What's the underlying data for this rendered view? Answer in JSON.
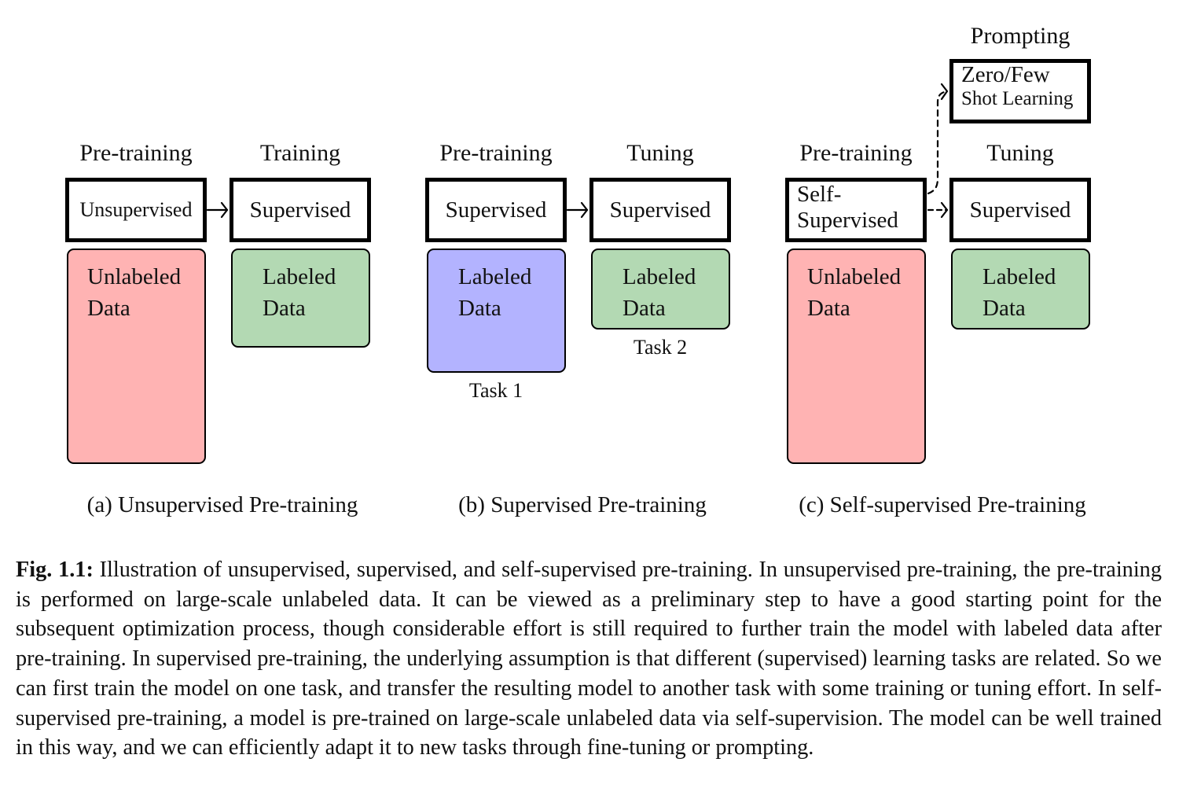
{
  "panel_a": {
    "heading_pretraining": "Pre-training",
    "heading_training": "Training",
    "box_unsupervised": "Unsupervised",
    "box_supervised": "Supervised",
    "data_unlabeled_line1": "Unlabeled",
    "data_unlabeled_line2": "Data",
    "data_labeled_line1": "Labeled",
    "data_labeled_line2": "Data",
    "subcaption": "(a) Unsupervised Pre-training"
  },
  "panel_b": {
    "heading_pretraining": "Pre-training",
    "heading_tuning": "Tuning",
    "box_supervised_1": "Supervised",
    "box_supervised_2": "Supervised",
    "data_1_line1": "Labeled",
    "data_1_line2": "Data",
    "data_2_line1": "Labeled",
    "data_2_line2": "Data",
    "task_1": "Task 1",
    "task_2": "Task 2",
    "subcaption": "(b) Supervised Pre-training"
  },
  "panel_c": {
    "heading_prompting": "Prompting",
    "heading_pretraining": "Pre-training",
    "heading_tuning": "Tuning",
    "box_zero_few_line1": "Zero/Few",
    "box_zero_few_line2": "Shot Learning",
    "box_self_line1": "Self-",
    "box_self_line2": "Supervised",
    "box_supervised": "Supervised",
    "data_unlabeled_line1": "Unlabeled",
    "data_unlabeled_line2": "Data",
    "data_labeled_line1": "Labeled",
    "data_labeled_line2": "Data",
    "subcaption": "(c) Self-supervised Pre-training"
  },
  "caption": {
    "label": "Fig. 1.1:",
    "text": "Illustration of unsupervised, supervised, and self-supervised pre-training. In unsupervised pre-training, the pre-training is performed on large-scale unlabeled data. It can be viewed as a preliminary step to have a good starting point for the subsequent optimization process, though considerable effort is still required to further train the model with labeled data after pre-training. In supervised pre-training, the underlying assumption is that different (supervised) learning tasks are related. So we can first train the model on one task, and transfer the resulting model to another task with some training or tuning effort. In self-supervised pre-training, a model is pre-trained on large-scale unlabeled data via self-supervision. The model can be well trained in this way, and we can efficiently adapt it to new tasks through fine-tuning or prompting."
  },
  "colors": {
    "unlabeled_data": "#ffb3b3",
    "labeled_data_green": "#b3d9b3",
    "labeled_data_blue": "#b3b3ff"
  }
}
